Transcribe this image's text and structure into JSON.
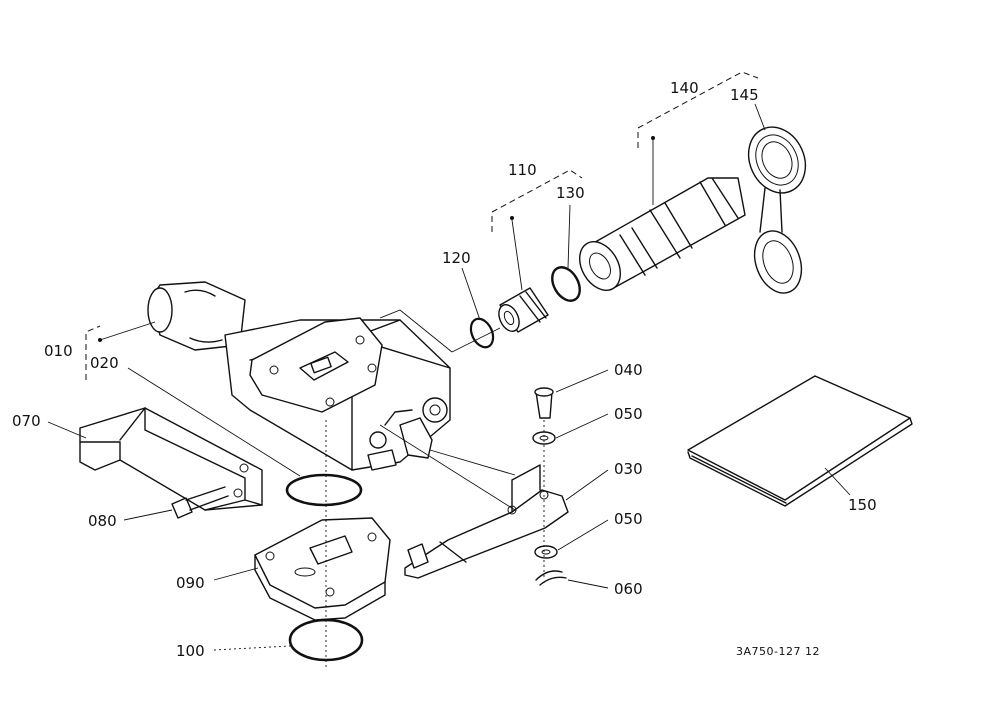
{
  "labels": {
    "p010": "010",
    "p020": "020",
    "p030": "030",
    "p040": "040",
    "p050a": "050",
    "p050b": "050",
    "p060": "060",
    "p070": "070",
    "p080": "080",
    "p090": "090",
    "p100": "100",
    "p110": "110",
    "p120": "120",
    "p130": "130",
    "p140": "140",
    "p145": "145",
    "p150": "150"
  },
  "drawing_code": "3A750-127 12"
}
